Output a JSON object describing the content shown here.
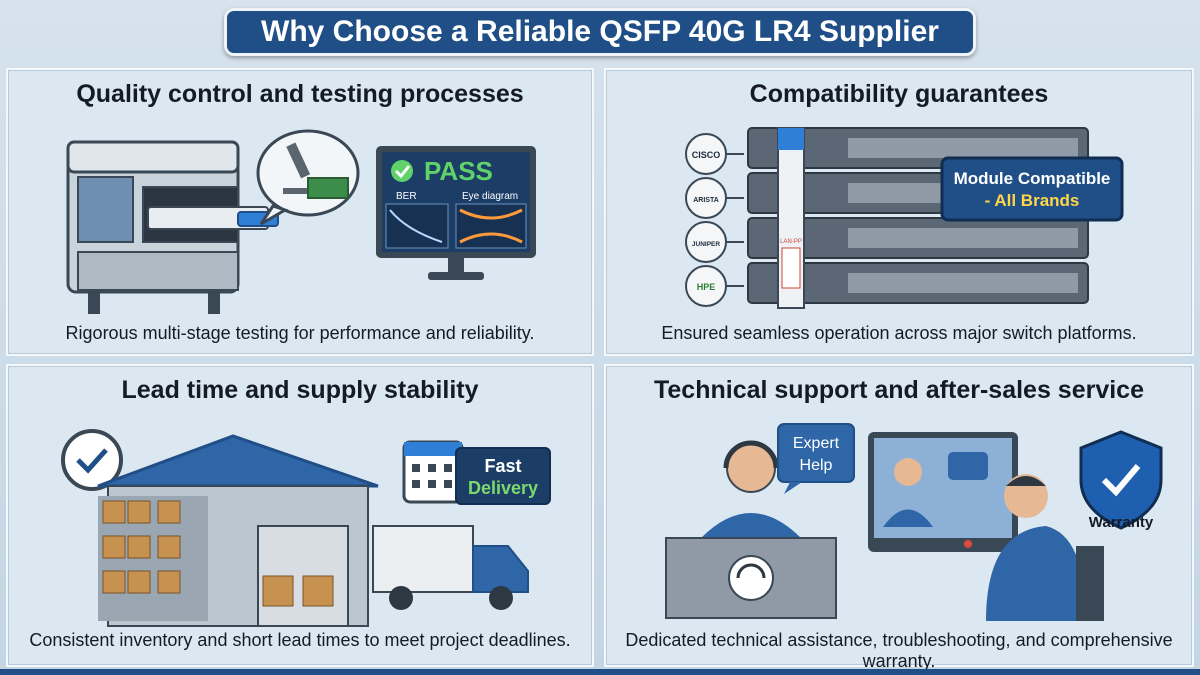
{
  "title": "Why Choose a Reliable QSFP 40G LR4 Supplier",
  "panels": {
    "quality": {
      "title": "Quality control and testing processes",
      "caption": "Rigorous multi-stage testing for performance and reliability.",
      "monitor_status": "PASS",
      "monitor_labels": [
        "BER",
        "Eye diagram"
      ]
    },
    "compat": {
      "title": "Compatibility guarantees",
      "caption": "Ensured seamless operation across major switch platforms.",
      "badge_line1": "Module Compatible",
      "badge_line2": "- All Brands",
      "brands": [
        "CISCO",
        "ARISTA",
        "JUNIPER",
        "HPE"
      ],
      "module_label": "LAN-PP"
    },
    "lead": {
      "title": "Lead time and supply stability",
      "caption": "Consistent inventory and short lead times to meet project deadlines.",
      "delivery_line1": "Fast",
      "delivery_line2": "Delivery"
    },
    "support": {
      "title": "Technical support and after-sales service",
      "caption": "Dedicated technical assistance, troubleshooting, and comprehensive warranty.",
      "bubble_line1": "Expert",
      "bubble_line2": "Help",
      "warranty_label": "Warranty"
    }
  },
  "colors": {
    "navy": "#1f4f86",
    "panel_bg": "#dbe7f1",
    "pass_green": "#5fd36a",
    "accent_blue": "#2f7fd6"
  }
}
